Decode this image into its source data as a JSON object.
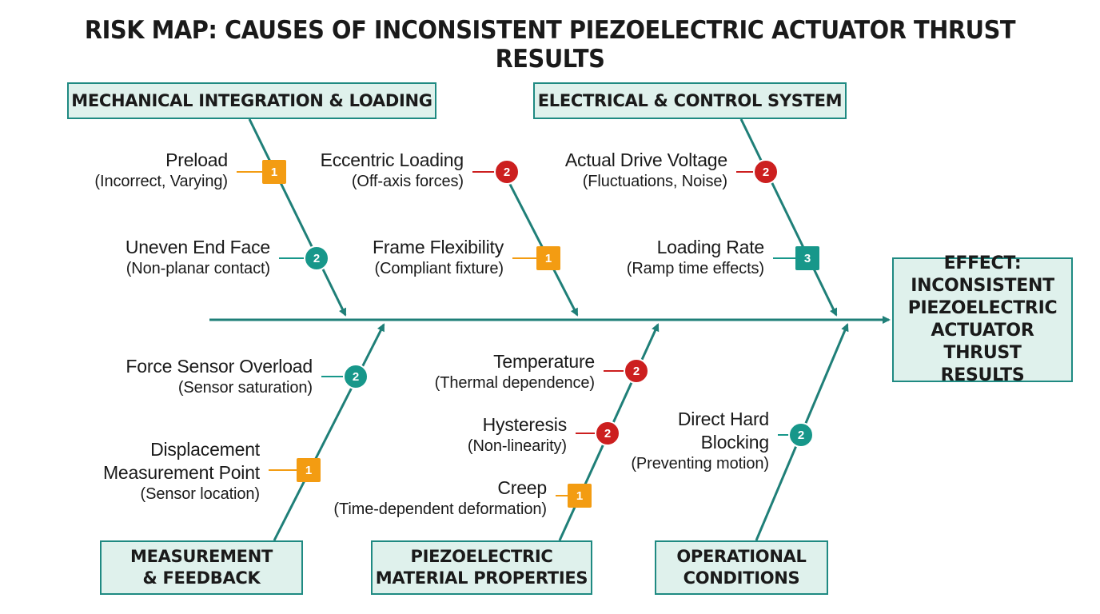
{
  "title": "RISK MAP: CAUSES OF INCONSISTENT PIEZOELECTRIC ACTUATOR THRUST RESULTS",
  "colors": {
    "spine": "#1f7f78",
    "box_fill": "#dff1ec",
    "box_border": "#1f8a82",
    "level_1": "#f39c12",
    "level_2_red": "#cc1f1f",
    "level_2_teal": "#17978a",
    "level_3": "#17978a"
  },
  "effect": {
    "lines": [
      "EFFECT:",
      "INCONSISTENT",
      "PIEZOELECTRIC",
      "ACTUATOR THRUST",
      "RESULTS"
    ]
  },
  "categories": [
    {
      "id": "mech",
      "lines": [
        "MECHANICAL INTEGRATION & LOADING"
      ],
      "causes": [
        {
          "name": "Preload",
          "desc": "(Incorrect, Varying)",
          "level": "1",
          "color": "#f39c12",
          "shape": "square-icon"
        },
        {
          "name": "Uneven End Face",
          "desc": "(Non-planar contact)",
          "level": "2",
          "color": "#17978a",
          "shape": "circle-icon"
        },
        {
          "name": "Eccentric Loading",
          "desc": "(Off-axis forces)",
          "level": "2",
          "color": "#cc1f1f",
          "shape": "circle-icon"
        },
        {
          "name": "Frame Flexibility",
          "desc": "(Compliant fixture)",
          "level": "1",
          "color": "#f39c12",
          "shape": "square-icon"
        }
      ]
    },
    {
      "id": "elec",
      "lines": [
        "ELECTRICAL & CONTROL SYSTEM"
      ],
      "causes": [
        {
          "name": "Actual Drive Voltage",
          "desc": "(Fluctuations, Noise)",
          "level": "2",
          "color": "#cc1f1f",
          "shape": "circle-icon"
        },
        {
          "name": "Loading Rate",
          "desc": "(Ramp time effects)",
          "level": "3",
          "color": "#17978a",
          "shape": "square-icon"
        }
      ]
    },
    {
      "id": "meas",
      "lines": [
        "MEASUREMENT",
        "& FEEDBACK"
      ],
      "causes": [
        {
          "name": "Force Sensor Overload",
          "desc": "(Sensor saturation)",
          "level": "2",
          "color": "#17978a",
          "shape": "circle-icon"
        },
        {
          "name": "Displacement Measurement Point",
          "desc": "(Sensor location)",
          "level": "1",
          "color": "#f39c12",
          "shape": "square-icon"
        }
      ]
    },
    {
      "id": "piezo",
      "lines": [
        "PIEZOELECTRIC",
        "MATERIAL PROPERTIES"
      ],
      "causes": [
        {
          "name": "Temperature",
          "desc": "(Thermal dependence)",
          "level": "2",
          "color": "#cc1f1f",
          "shape": "circle-icon"
        },
        {
          "name": "Hysteresis",
          "desc": "(Non-linearity)",
          "level": "2",
          "color": "#cc1f1f",
          "shape": "circle-icon"
        },
        {
          "name": "Creep",
          "desc": "(Time-dependent deformation)",
          "level": "1",
          "color": "#f39c12",
          "shape": "square-icon"
        }
      ]
    },
    {
      "id": "oper",
      "lines": [
        "OPERATIONAL",
        "CONDITIONS"
      ],
      "causes": [
        {
          "name": "Direct Hard Blocking",
          "desc": "(Preventing motion)",
          "level": "2",
          "color": "#17978a",
          "shape": "circle-icon"
        }
      ]
    }
  ]
}
